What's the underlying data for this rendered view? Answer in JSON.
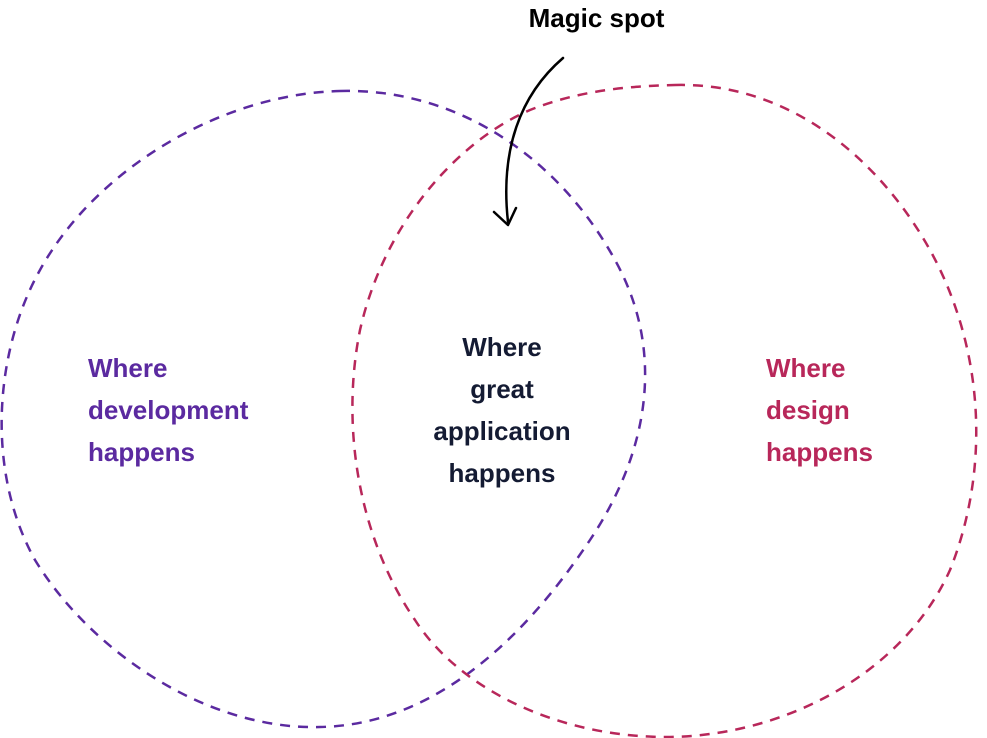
{
  "colors": {
    "development": "#5b2aa0",
    "design": "#b8275a",
    "center_text": "#141b33",
    "arrow": "#000000"
  },
  "magic_spot": {
    "label": "Magic spot"
  },
  "development": {
    "line1": "Where",
    "line2": "development",
    "line3": "happens"
  },
  "design": {
    "line1": "Where",
    "line2": "design",
    "line3": "happens"
  },
  "center": {
    "line1": "Where",
    "line2": "great",
    "line3": "application",
    "line4": "happens"
  }
}
